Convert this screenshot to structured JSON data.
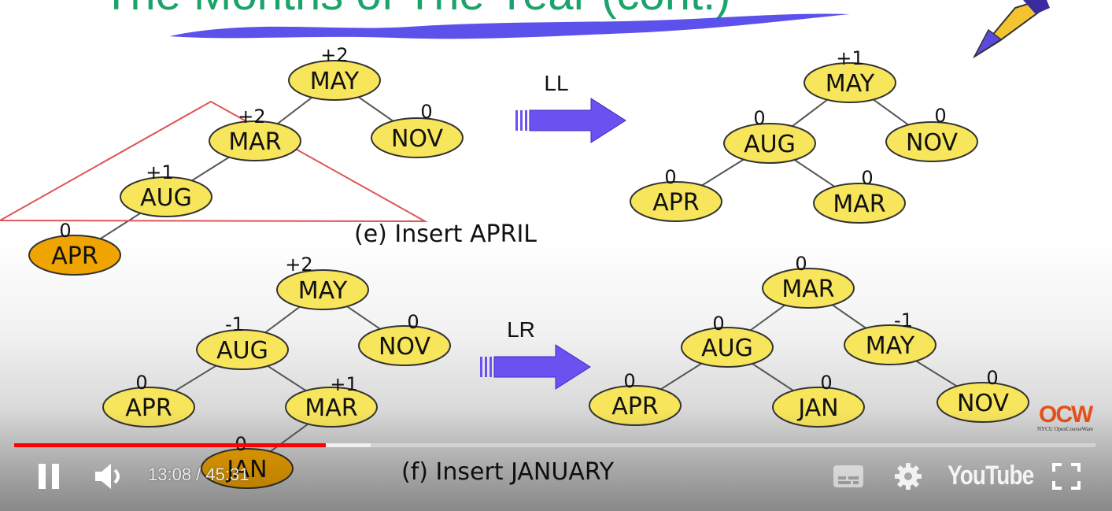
{
  "slide": {
    "title": "The Months of The Year (cont.)",
    "trees": [
      {
        "name": "tree-e-before",
        "nodes": [
          {
            "key": "MAY",
            "bf": "+2"
          },
          {
            "key": "MAR",
            "bf": "+2"
          },
          {
            "key": "NOV",
            "bf": "0"
          },
          {
            "key": "AUG",
            "bf": "+1"
          },
          {
            "key": "APR",
            "bf": "0"
          }
        ]
      },
      {
        "name": "tree-e-after",
        "nodes": [
          {
            "key": "MAY",
            "bf": "+1"
          },
          {
            "key": "AUG",
            "bf": "0"
          },
          {
            "key": "NOV",
            "bf": "0"
          },
          {
            "key": "APR",
            "bf": "0"
          },
          {
            "key": "MAR",
            "bf": "0"
          }
        ]
      },
      {
        "name": "tree-f-before",
        "nodes": [
          {
            "key": "MAY",
            "bf": "+2"
          },
          {
            "key": "AUG",
            "bf": "-1"
          },
          {
            "key": "NOV",
            "bf": "0"
          },
          {
            "key": "APR",
            "bf": "0"
          },
          {
            "key": "MAR",
            "bf": "+1"
          },
          {
            "key": "JAN",
            "bf": "0"
          }
        ]
      },
      {
        "name": "tree-f-after",
        "nodes": [
          {
            "key": "MAR",
            "bf": "0"
          },
          {
            "key": "AUG",
            "bf": "0"
          },
          {
            "key": "MAY",
            "bf": "-1"
          },
          {
            "key": "APR",
            "bf": "0"
          },
          {
            "key": "JAN",
            "bf": "0"
          },
          {
            "key": "NOV",
            "bf": "0"
          }
        ]
      }
    ],
    "rotation_e": "LL",
    "rotation_f": "LR",
    "caption_e": "(e) Insert APRIL",
    "caption_f": "(f) Insert JANUARY",
    "colors": {
      "node_fill": "#f7e55c",
      "inserted_node_fill": "#f0a400",
      "arrow": "#6b52f0",
      "highlight_triangle": "#e05555"
    }
  },
  "player": {
    "current_time": "13:08",
    "separator": " / ",
    "duration": "45:31",
    "progress_fraction": 0.288,
    "buffered_fraction": 0.33,
    "icons": [
      "pause-icon",
      "volume-icon",
      "subtitles-icon",
      "settings-gear-icon",
      "fullscreen-icon"
    ],
    "brand": "YouTube",
    "channel_logo": {
      "mark": "OCW",
      "subtitle": "NYCU OpenCourseWare"
    }
  }
}
